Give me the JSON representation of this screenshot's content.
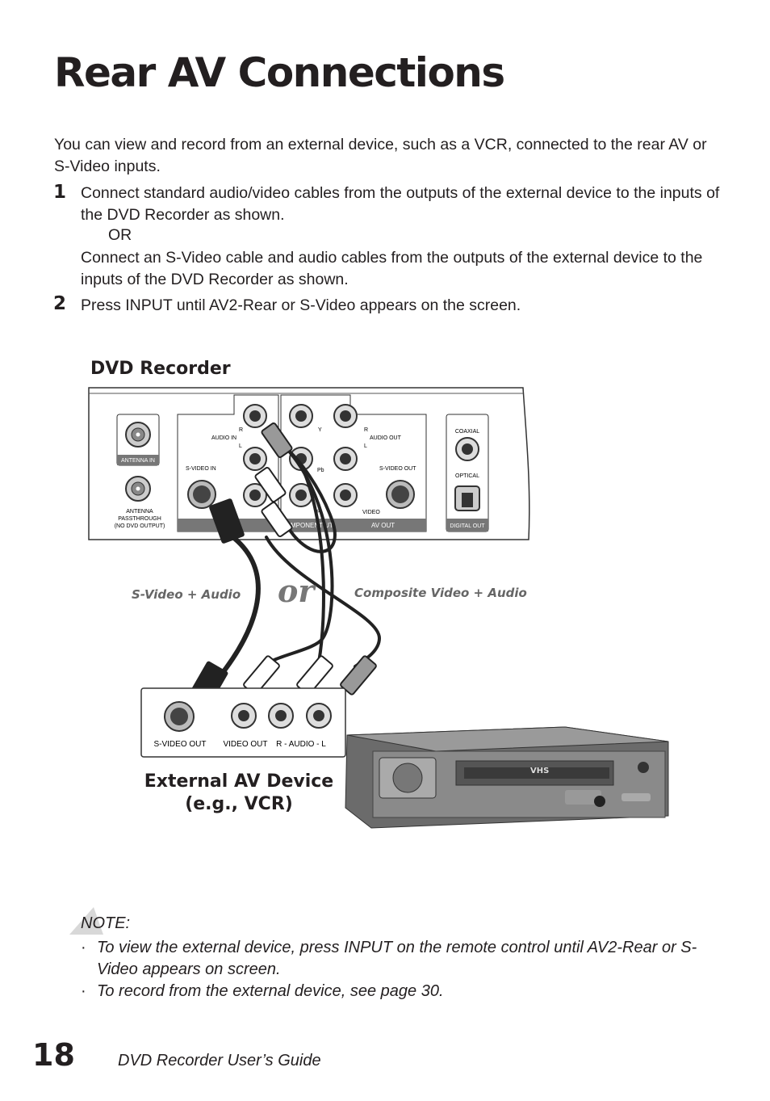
{
  "page": {
    "title": "Rear AV Connections",
    "intro": "You can view and record from an external device, such as a VCR, connected to the rear AV or S-Video inputs.",
    "steps": [
      {
        "number": "1",
        "text_a": "Connect standard audio/video cables from the outputs of the external device to the inputs of the DVD Recorder as shown.",
        "or": "OR",
        "text_b": "Connect an S-Video cable and audio cables from the outputs of the external device to the inputs of the DVD Recorder as shown."
      },
      {
        "number": "2",
        "text": "Press INPUT until AV2-Rear or S-Video appears on the screen."
      }
    ]
  },
  "diagram": {
    "recorder_title": "DVD Recorder",
    "device_title_line1": "External AV Device",
    "device_title_line2": "(e.g., VCR)",
    "svideo_caption": "S-Video + Audio",
    "or_label": "or",
    "composite_caption": "Composite Video + Audio",
    "panel_labels": {
      "antenna_in": "ANTENNA IN",
      "antenna_pass_1": "ANTENNA",
      "antenna_pass_2": "PASSTHROUGH",
      "antenna_pass_3": "(NO DVD OUTPUT)",
      "audio_in": "AUDIO IN",
      "r": "R",
      "l": "L",
      "svideo_in": "S-VIDEO IN",
      "av_in_bar": "AV",
      "y": "Y",
      "pb": "Pb",
      "pr": "Pr",
      "audio_out": "AUDIO OUT",
      "svideo_out": "S-VIDEO OUT",
      "video": "VIDEO",
      "component_bar": "MPONENT  UT",
      "av_out_bar": "AV OUT",
      "coaxial": "COAXIAL",
      "optical": "OPTICAL",
      "digital_out": "DIGITAL OUT"
    },
    "vcr_labels": {
      "svideo_out": "S-VIDEO OUT",
      "video_out": "VIDEO OUT",
      "audio": "R - AUDIO - L",
      "vhs": "VHS"
    }
  },
  "note": {
    "title": "NOTE:",
    "bullets": [
      "To view the external device, press INPUT on the remote control until AV2-Rear or S-Video appears on screen.",
      "To record from the external device, see page 30."
    ]
  },
  "footer": {
    "page_number": "18",
    "guide_title": "DVD Recorder User’s Guide"
  }
}
